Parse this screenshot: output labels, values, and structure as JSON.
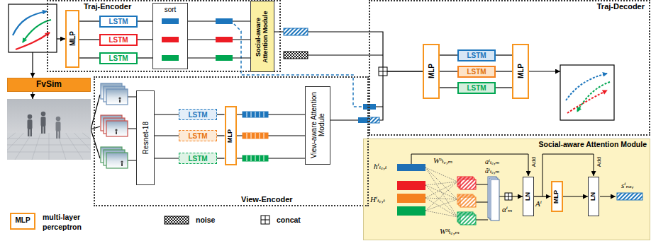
{
  "diagram": {
    "nodes": [
      {
        "text": [
          "Traj-Encoder"
        ]
      },
      {
        "text": [
          "MLP"
        ],
        "in": 0
      },
      {
        "text": [
          "LSTM"
        ],
        "in": 0
      },
      {
        "text": [
          "LSTM"
        ],
        "in": 0
      },
      {
        "text": [
          "LSTM"
        ],
        "in": 0
      },
      {
        "text": [
          "sort"
        ],
        "in": 0
      },
      {
        "text": [
          "Social-aware Attention Module"
        ],
        "in": 0
      },
      {
        "text": [
          "FvSim"
        ]
      },
      {
        "text": [
          "View-Encoder"
        ]
      },
      {
        "text": [
          "Resnet-18"
        ],
        "in": 8
      },
      {
        "text": [
          "LSTM"
        ],
        "in": 8
      },
      {
        "text": [
          "LSTM"
        ],
        "in": 8
      },
      {
        "text": [
          "LSTM"
        ],
        "in": 8
      },
      {
        "text": [
          "MLP"
        ],
        "in": 8
      },
      {
        "text": [
          "View-aware Attention Module"
        ],
        "in": 8
      },
      {
        "text": [
          "Traj-Decoder"
        ]
      },
      {
        "text": [
          "MLP"
        ],
        "in": 15
      },
      {
        "text": [
          "LSTM"
        ],
        "in": 15
      },
      {
        "text": [
          "LSTM"
        ],
        "in": 15
      },
      {
        "text": [
          "LSTM"
        ],
        "in": 15
      },
      {
        "text": [
          "MLP"
        ],
        "in": 15
      },
      {
        "text": [
          "Social-aware Attention Module"
        ]
      },
      {
        "text": [
          "LN"
        ],
        "in": 21
      },
      {
        "text": [
          "MLP"
        ],
        "in": 21
      },
      {
        "text": [
          "LN"
        ],
        "in": 21
      }
    ],
    "edges": [
      {
        "from": 1,
        "to": 2,
        "arrow": "none"
      },
      {
        "from": 1,
        "to": 3,
        "arrow": "none"
      },
      {
        "from": 1,
        "to": 4,
        "arrow": "none"
      },
      {
        "from": 2,
        "to": 5,
        "arrow": "none"
      },
      {
        "from": 3,
        "to": 5,
        "arrow": "none"
      },
      {
        "from": 4,
        "to": 5,
        "arrow": "none"
      },
      {
        "from": 5,
        "to": 6,
        "arrow": "none"
      },
      {
        "from": 9,
        "to": 10,
        "arrow": "none"
      },
      {
        "from": 9,
        "to": 11,
        "arrow": "none"
      },
      {
        "from": 9,
        "to": 12,
        "arrow": "none"
      },
      {
        "from": 10,
        "to": 13,
        "arrow": "none"
      },
      {
        "from": 11,
        "to": 13,
        "arrow": "none"
      },
      {
        "from": 12,
        "to": 13,
        "arrow": "none"
      },
      {
        "from": 13,
        "to": 14,
        "arrow": "none"
      },
      {
        "from": 6,
        "to": 16,
        "arrow": "none"
      },
      {
        "from": 14,
        "to": 16,
        "arrow": "none"
      },
      {
        "from": 16,
        "to": 17,
        "arrow": "none"
      },
      {
        "from": 16,
        "to": 18,
        "arrow": "none"
      },
      {
        "from": 16,
        "to": 19,
        "arrow": "none"
      },
      {
        "from": 17,
        "to": 20,
        "arrow": "none"
      },
      {
        "from": 18,
        "to": 20,
        "arrow": "none"
      },
      {
        "from": 19,
        "to": 20,
        "arrow": "none"
      },
      {
        "from": 22,
        "to": 23,
        "arrow": "to"
      },
      {
        "from": 23,
        "to": 24,
        "arrow": "to"
      }
    ],
    "labels": [
      "MLP",
      "hⁱₜₑ,ₜ",
      "Hⁱₜₑ,ₜ",
      "Wʰₜₑ,ₘ",
      "Wᴴₜₑ,ₘ",
      "aⁱₜₑ,ₘ",
      "ãⁱₜₑ,ₘ",
      "αⁱₘ",
      "Add",
      "Add",
      "Aⁱ",
      "sⁱₙₛᵥ"
    ],
    "legend": [
      {
        "text": "multi-layer perceptron"
      },
      {
        "text": "noise"
      },
      {
        "text": "concat"
      }
    ]
  }
}
